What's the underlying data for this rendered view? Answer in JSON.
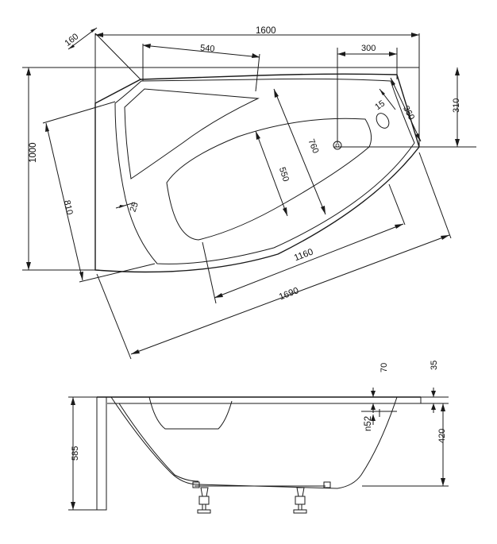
{
  "top_view": {
    "dim_overall_length": "1600",
    "dim_overall_width": "1000",
    "dim_corner_cut": "160",
    "dim_headrest_width": "540",
    "dim_drain_offset": "300",
    "dim_drain_depth": "310",
    "dim_overflow_hole": "15",
    "dim_overflow_dist": "360",
    "dim_inner_depth": "760",
    "dim_basin_width": "550",
    "dim_rim_thickness": "25",
    "dim_side_width": "810",
    "dim_basin_length": "1160",
    "dim_diagonal_length": "1690"
  },
  "side_view": {
    "dim_total_height": "585",
    "dim_rim_height": "70",
    "dim_top_thickness": "35",
    "dim_drain_label": "n52",
    "dim_basin_depth": "420"
  }
}
